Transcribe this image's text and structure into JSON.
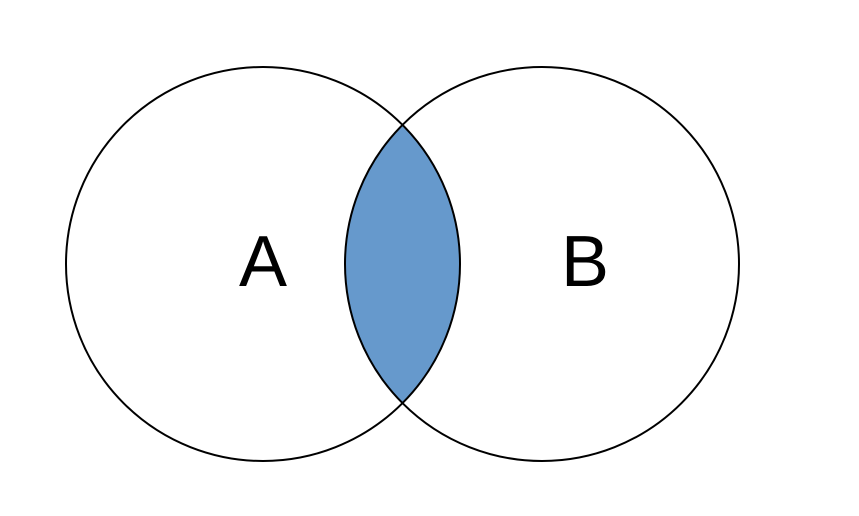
{
  "diagram": {
    "type": "venn",
    "sets": [
      {
        "id": "A",
        "label": "A"
      },
      {
        "id": "B",
        "label": "B"
      }
    ],
    "highlighted_region": "A∩B",
    "colors": {
      "intersection_fill": "#6699CC",
      "outline": "#000000",
      "background": "#FFFFFF"
    }
  }
}
